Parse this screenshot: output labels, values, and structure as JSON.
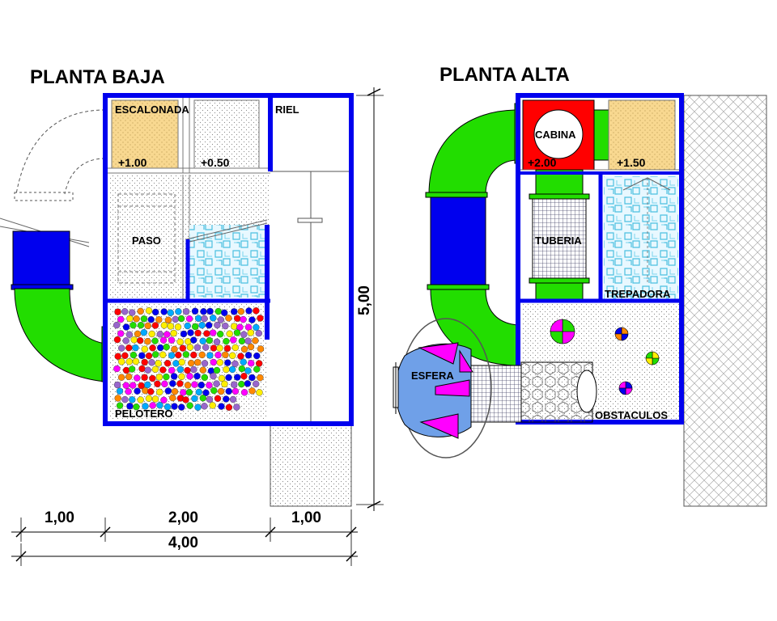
{
  "titles": {
    "ground_floor": "PLANTA BAJA",
    "upper_floor": "PLANTA ALTA"
  },
  "ground_floor": {
    "escalonada": "ESCALONADA",
    "level_escalonada": "+1.00",
    "level_step": "+0.50",
    "riel": "RIEL",
    "paso": "PASO",
    "pelotero": "PELOTERO"
  },
  "upper_floor": {
    "cabina": "CABINA",
    "level_cabina": "+2.00",
    "level_platform": "+1.50",
    "tuberia": "TUBERIA",
    "trepadora": "TREPADORA",
    "esfera": "ESFERA",
    "obstaculos": "OBSTACULOS"
  },
  "dimensions": {
    "seg1": "1,00",
    "seg2": "2,00",
    "seg3": "1,00",
    "total_width": "4,00",
    "total_depth": "5,00"
  },
  "colors": {
    "wall": "#0000ee",
    "tube": "#22dd00",
    "sand": "#f8d890",
    "cabin": "#ff0000",
    "sphere": "#6fa0e8",
    "magenta": "#ff00ff",
    "mesh": "#9fdff0"
  }
}
